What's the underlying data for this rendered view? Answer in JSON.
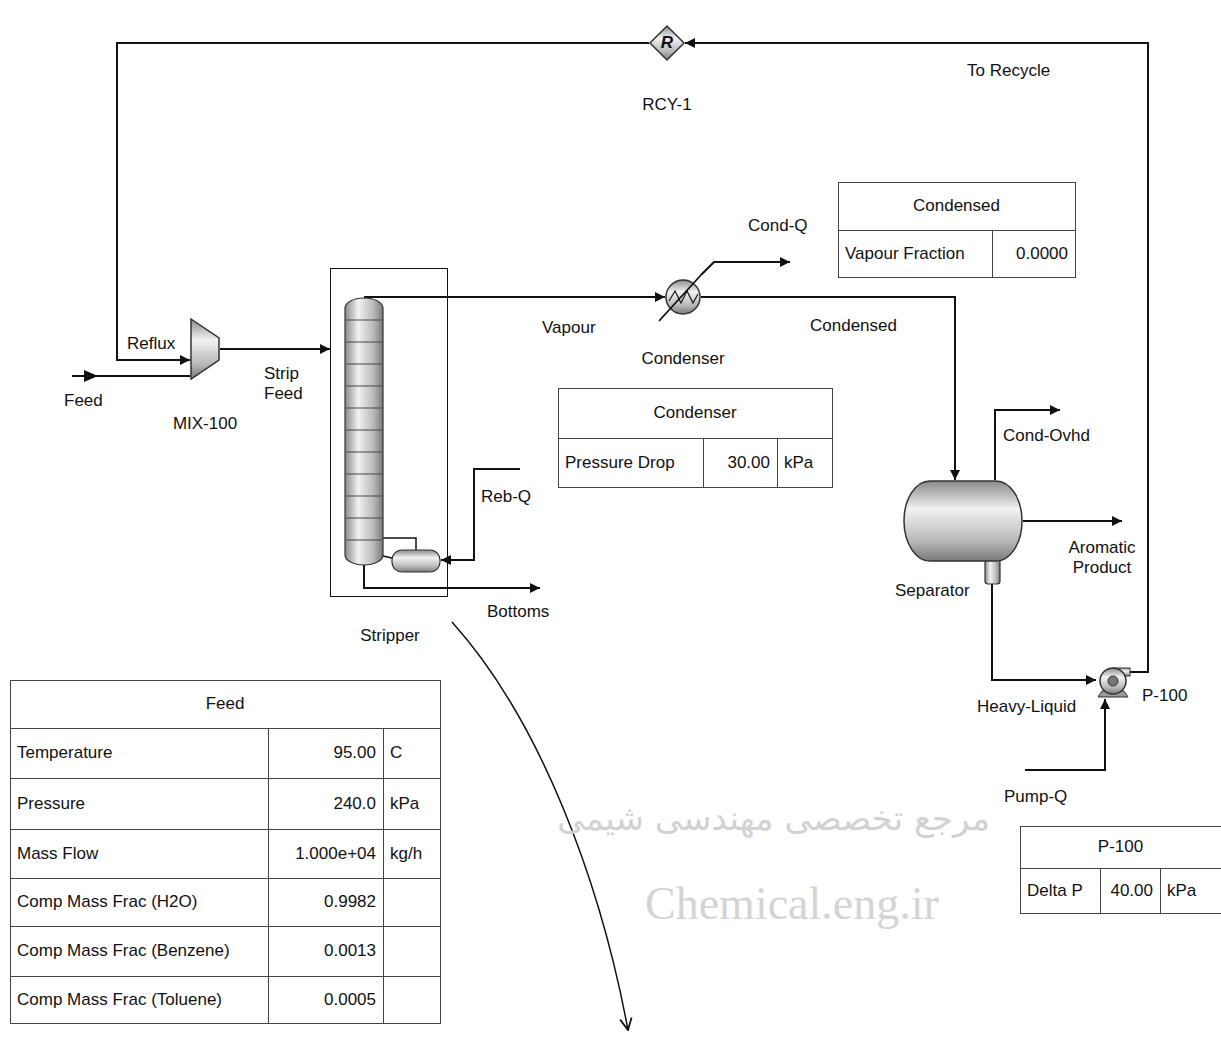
{
  "diagram": {
    "nodes": [
      {
        "text": [
          "R",
          "RCY-1"
        ]
      },
      {
        "text": [
          "MIX-100"
        ]
      },
      {
        "text": [
          "Stripper"
        ]
      },
      {
        "text": [
          "Condenser"
        ]
      },
      {
        "text": [
          "Separator"
        ]
      },
      {
        "text": [
          "P-100"
        ]
      }
    ],
    "edges": [
      {
        "from": 0,
        "to": 1,
        "arrow": "to",
        "label": "Reflux"
      },
      {
        "from": 1,
        "to": 2,
        "arrow": "to",
        "label": "Strip Feed"
      },
      {
        "from": 2,
        "to": 3,
        "arrow": "to",
        "label": "Vapour"
      },
      {
        "from": 3,
        "to": 4,
        "arrow": "to",
        "label": "Condensed"
      },
      {
        "from": 4,
        "to": 5,
        "arrow": "to",
        "label": "Heavy-Liquid"
      },
      {
        "from": 5,
        "to": 0,
        "arrow": "to",
        "label": "To Recycle"
      }
    ],
    "labels": [
      "Feed",
      "Cond-Q",
      "Cond-Ovhd",
      "Aromatic Product",
      "Pump-Q",
      "Reb-Q",
      "Bottoms",
      "Condensed",
      "Vapour Fraction",
      "0.0000",
      "Condenser",
      "Pressure Drop",
      "30.00",
      "kPa",
      "Feed",
      "Temperature",
      "95.00",
      "C",
      "Pressure",
      "240.0",
      "kPa",
      "Mass Flow",
      "1.000e+04",
      "kg/h",
      "Comp Mass Frac (H2O)",
      "0.9982",
      "Comp Mass Frac (Benzene)",
      "0.0013",
      "Comp Mass Frac (Toluene)",
      "0.0005",
      "P-100",
      "Delta P",
      "40.00",
      "kPa",
      "مرجع تخصصی مهندسی شیمی",
      "Chemical.eng.ir"
    ]
  }
}
